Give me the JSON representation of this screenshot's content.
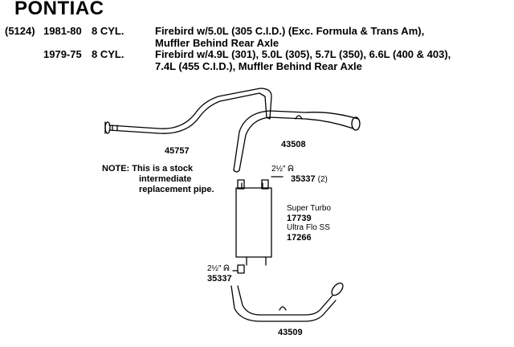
{
  "header": {
    "brand": "PONTIAC",
    "code": "(5124)",
    "rows": [
      {
        "years": "1981-80",
        "cylinders": "8 CYL.",
        "lines": [
          "Firebird w/5.0L (305 C.I.D.) (Exc. Formula & Trans Am),",
          "Muffler Behind Rear Axle"
        ]
      },
      {
        "years": "1979-75",
        "cylinders": "8 CYL.",
        "lines": [
          "Firebird w/4.9L (301), 5.0L (305), 5.7L (350), 6.6L (400 & 403),",
          "7.4L (455 C.I.D.), Muffler Behind Rear Axle"
        ]
      }
    ]
  },
  "note": {
    "lines": [
      "NOTE: This is a stock",
      "intermediate",
      "replacement pipe."
    ]
  },
  "parts": {
    "intermediate_pipe": "45757",
    "front_pipe": "43508",
    "rear_pipe": "43509",
    "top_clamp": {
      "size": "2½″",
      "number": "35337",
      "qty": "(2)"
    },
    "bottom_clamp": {
      "size": "2½″",
      "number": "35337"
    }
  },
  "muffler": {
    "line1": "Super Turbo",
    "num1": "17739",
    "line2": "Ultra Flo SS",
    "num2": "17266"
  }
}
